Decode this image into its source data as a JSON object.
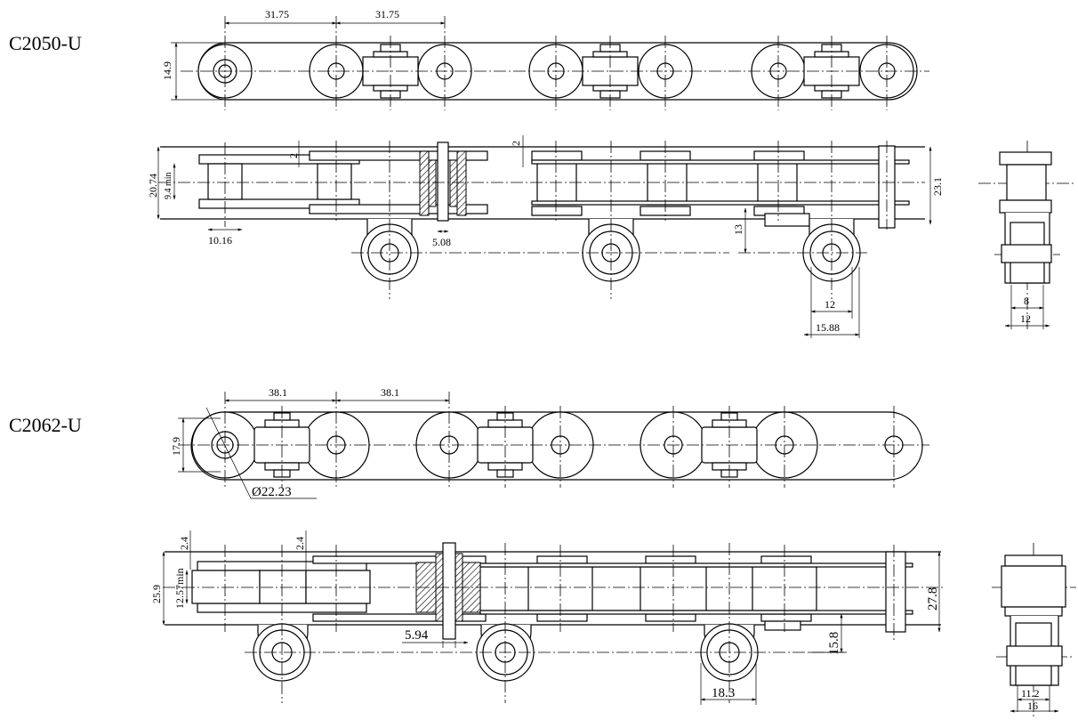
{
  "models": [
    {
      "label": "C2050-U",
      "pitch_1": "31.75",
      "pitch_2": "31.75",
      "plate_height": "14.9",
      "plate_thickness_a": "2",
      "plate_thickness_b": "2",
      "overall_width": "20.74",
      "inner_width_min": "9.4 min",
      "roller_diameter": "10.16",
      "pin_diameter": "5.08",
      "attachment_height": "13",
      "overall_height": "23.1",
      "roller_width": "12",
      "roller_outer": "15.88",
      "side_inner": "8",
      "side_outer": "12"
    },
    {
      "label": "C2062-U",
      "pitch_1": "38.1",
      "pitch_2": "38.1",
      "plate_height": "17.9",
      "large_roller": "Ø22.23",
      "plate_thickness_a": "2.4",
      "plate_thickness_b": "2.4",
      "overall_width": "25.9",
      "inner_width_min": "12.57min",
      "pin_diameter": "5.94",
      "attachment_height": "15.8",
      "overall_height": "27.8",
      "roller_width": "18.3",
      "side_inner": "11.2",
      "side_outer": "16"
    }
  ],
  "colors": {
    "line": "#000000",
    "background": "#ffffff"
  }
}
